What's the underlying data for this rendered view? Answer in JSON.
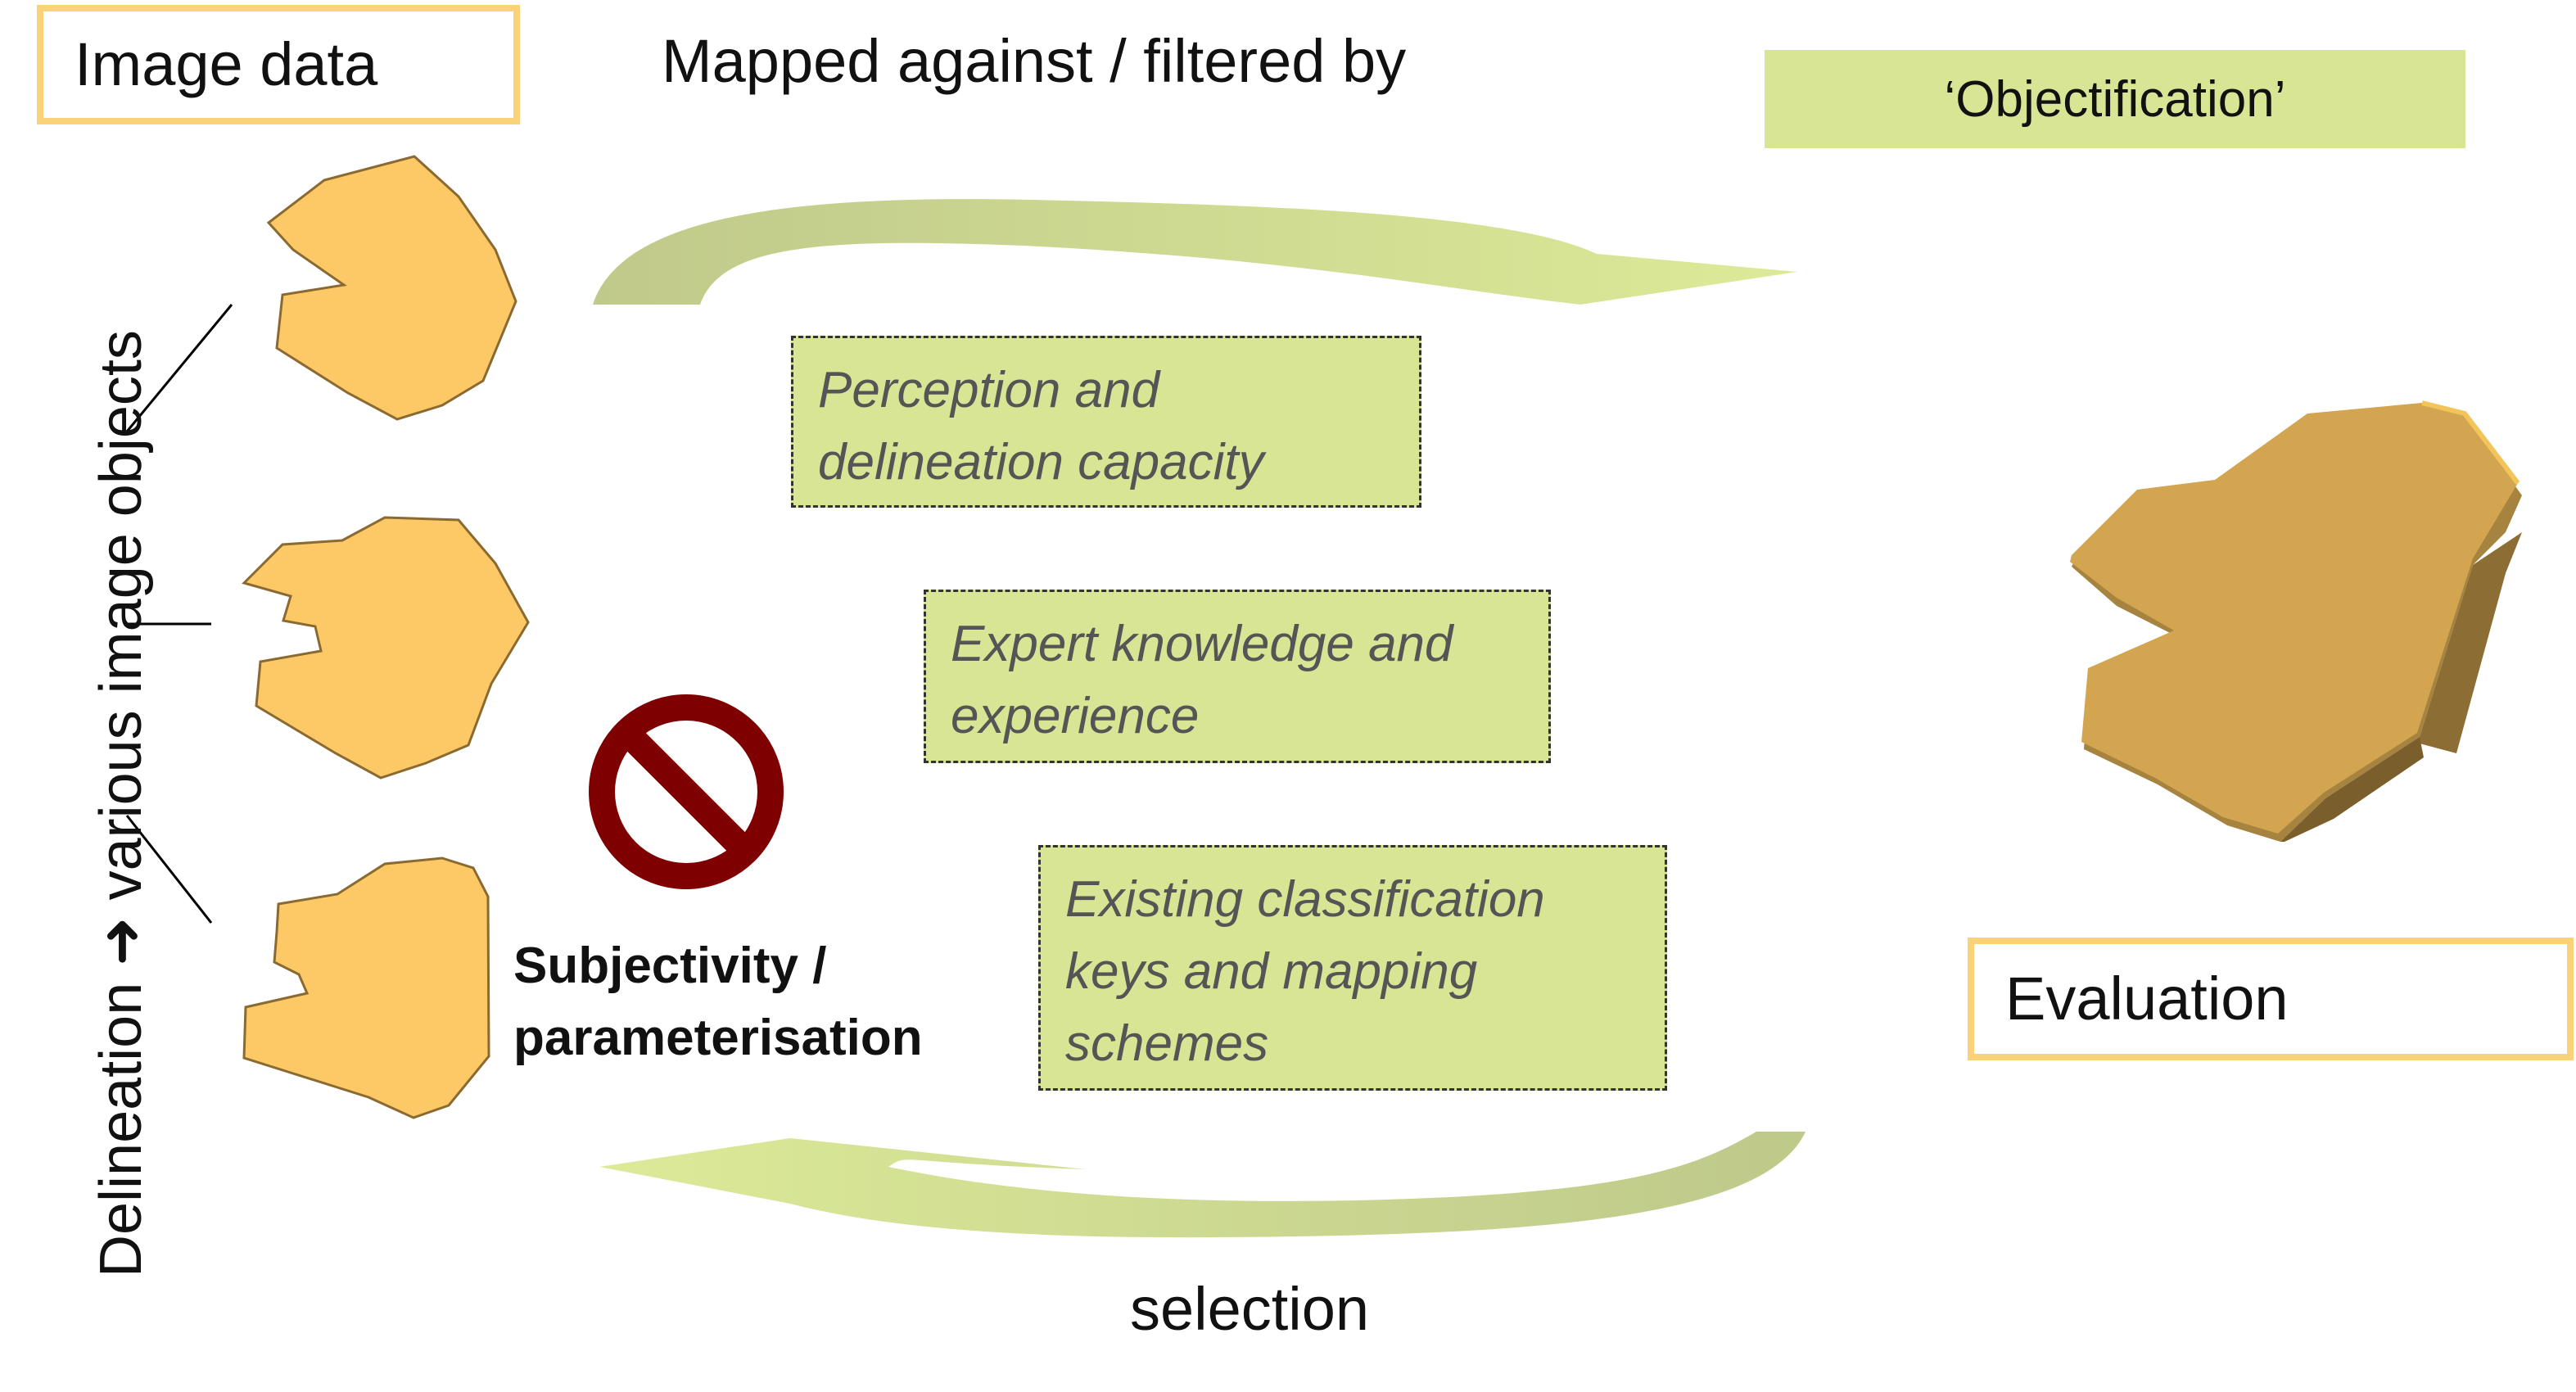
{
  "diagram": {
    "image_data_label": "Image data",
    "mapped_label": "Mapped against / filtered by",
    "objectification_label": "‘Objectification’",
    "factors": [
      {
        "line1": "Perception and",
        "line2": "delineation capacity",
        "line3": ""
      },
      {
        "line1": "Expert knowledge and",
        "line2": "experience",
        "line3": ""
      },
      {
        "line1": "Existing classification",
        "line2": "keys and mapping",
        "line3": "schemes"
      }
    ],
    "subjectivity_line1": "Subjectivity /",
    "subjectivity_line2": "parameterisation",
    "selection_label": "selection",
    "evaluation_label": "Evaluation",
    "vertical_label": "Delineation ➜ various image objects",
    "colors": {
      "object_fill": "#fcc966",
      "object_3d_top": "#d3a551",
      "arrow_green": "#d7e595",
      "box_green": "#d7e595",
      "box_border_orange": "#f9d27a",
      "prohibition_red": "#7f0000"
    }
  }
}
